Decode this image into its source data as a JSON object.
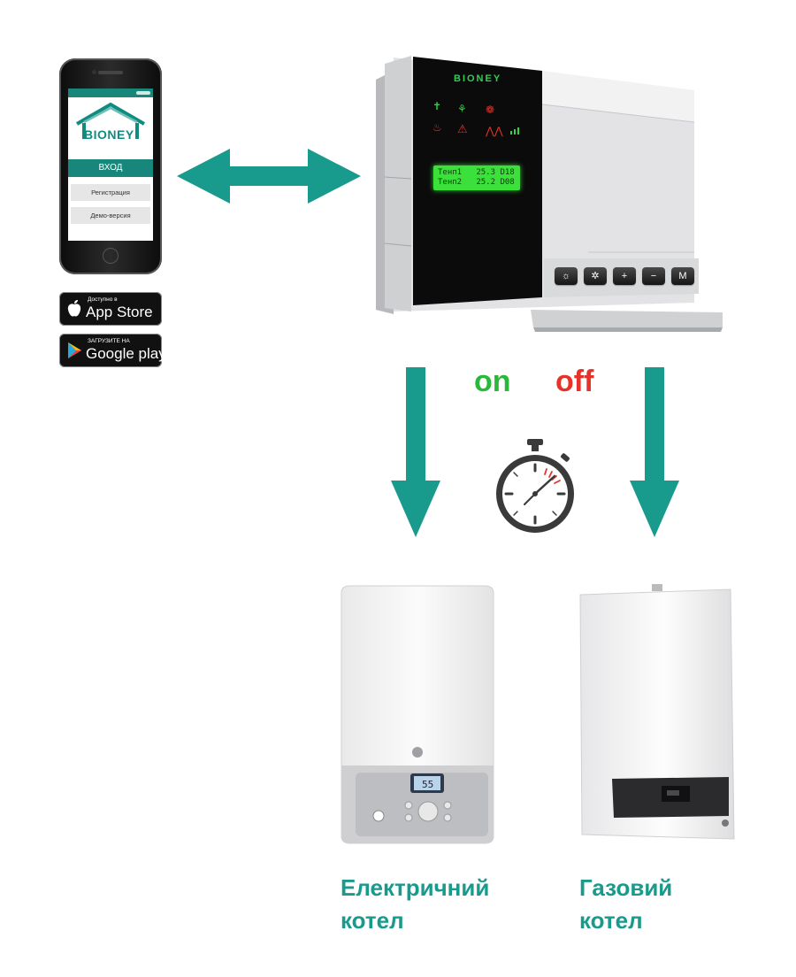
{
  "phone_app": {
    "brand": "BIONEY",
    "login_button": "ВХОД",
    "register_button": "Регистрация",
    "demo_button": "Демо-версия"
  },
  "store_badges": {
    "app_store": {
      "small": "Доступно в",
      "big": "App Store",
      "icon": "apple-icon"
    },
    "google_play": {
      "small": "ЗАГРУЗИТЕ НА",
      "big": "Google play",
      "icon": "play-triangle-icon"
    }
  },
  "controller": {
    "brand": "BIONEY",
    "lcd_line1": "Тенп1   25.3 D18",
    "lcd_line2": "Тенп2   25.2 D08",
    "buttons": [
      "☼",
      "✲",
      "+",
      "−",
      "M"
    ]
  },
  "switch": {
    "on": "on",
    "off": "off",
    "on_color": "#2ab83a",
    "off_color": "#e63329"
  },
  "boilers": {
    "electric": {
      "line1": "Електричний",
      "line2": "котел",
      "display": "55"
    },
    "gas": {
      "line1": "Газовий",
      "line2": "котел"
    }
  },
  "colors": {
    "accent": "#189a8c",
    "arrow": "#189a8c"
  }
}
